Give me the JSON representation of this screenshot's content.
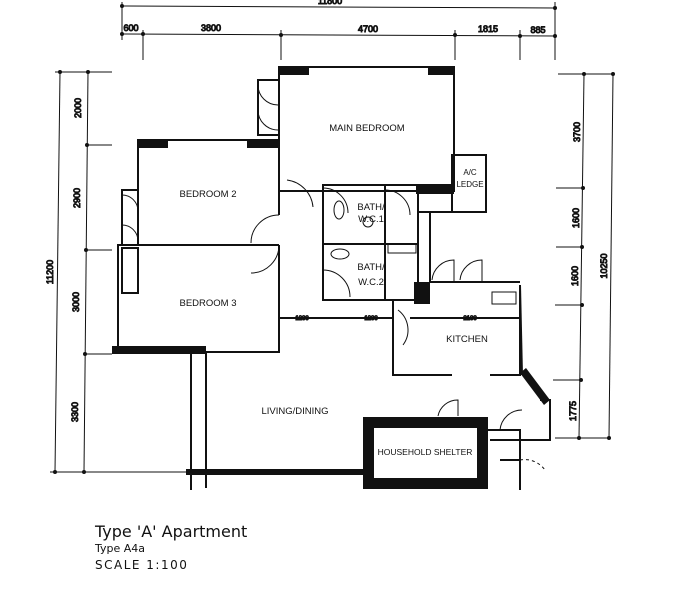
{
  "dimensions": {
    "top_total": "11800",
    "top_segments": [
      "600",
      "3800",
      "4700",
      "1815",
      "885"
    ],
    "left_total": "11200",
    "left_segments": [
      "2000",
      "2900",
      "3000",
      "3300"
    ],
    "right_total": "10250",
    "right_segments": [
      "3700",
      "1600",
      "1600",
      "1775"
    ],
    "opening_heights": [
      "1200",
      "1200",
      "2100"
    ]
  },
  "rooms": {
    "main_bedroom": "MAIN BEDROOM",
    "bedroom2": "BEDROOM 2",
    "bedroom3": "BEDROOM 3",
    "bath1_a": "BATH/",
    "bath1_b": "W.C.1",
    "bath2_a": "BATH/",
    "bath2_b": "W.C.2",
    "ac_ledge_a": "A/C",
    "ac_ledge_b": "LEDGE",
    "kitchen": "KITCHEN",
    "living": "LIVING/DINING",
    "shelter": "HOUSEHOLD SHELTER"
  },
  "caption": {
    "title": "Type 'A' Apartment",
    "subtitle": "Type A4a",
    "scale": "SCALE 1:100"
  }
}
